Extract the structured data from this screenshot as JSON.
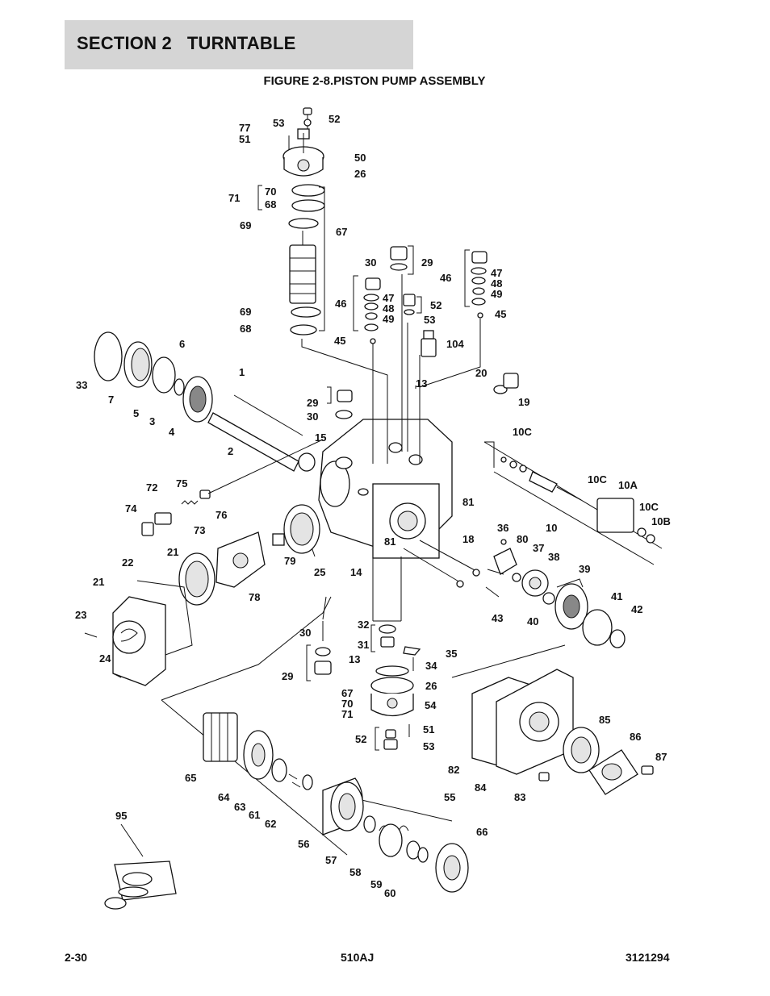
{
  "header": {
    "section_title": "SECTION 2   TURNTABLE"
  },
  "figure": {
    "title": "FIGURE 2-8.PISTON PUMP ASSEMBLY"
  },
  "callouts": [
    "53",
    "52",
    "77",
    "51",
    "50",
    "26",
    "71",
    "70",
    "68",
    "69",
    "67",
    "69",
    "68",
    "30",
    "29",
    "46",
    "47",
    "48",
    "49",
    "52",
    "53",
    "46",
    "47",
    "48",
    "49",
    "45",
    "45",
    "104",
    "6",
    "1",
    "33",
    "7",
    "5",
    "3",
    "4",
    "2",
    "15",
    "29",
    "30",
    "13",
    "20",
    "19",
    "10C",
    "81",
    "10C",
    "10A",
    "10C",
    "10B",
    "10",
    "72",
    "75",
    "74",
    "76",
    "73",
    "79",
    "25",
    "14",
    "81",
    "18",
    "36",
    "80",
    "37",
    "38",
    "39",
    "21",
    "22",
    "78",
    "21",
    "23",
    "24",
    "30",
    "29",
    "32",
    "31",
    "13",
    "35",
    "34",
    "26",
    "67",
    "70",
    "71",
    "54",
    "52",
    "51",
    "53",
    "43",
    "40",
    "41",
    "42",
    "65",
    "64",
    "63",
    "61",
    "62",
    "56",
    "57",
    "58",
    "59",
    "60",
    "55",
    "66",
    "95",
    "82",
    "84",
    "83",
    "85",
    "86",
    "87"
  ],
  "footer": {
    "page_number": "2-30",
    "model": "510AJ",
    "doc_number": "3121294"
  }
}
